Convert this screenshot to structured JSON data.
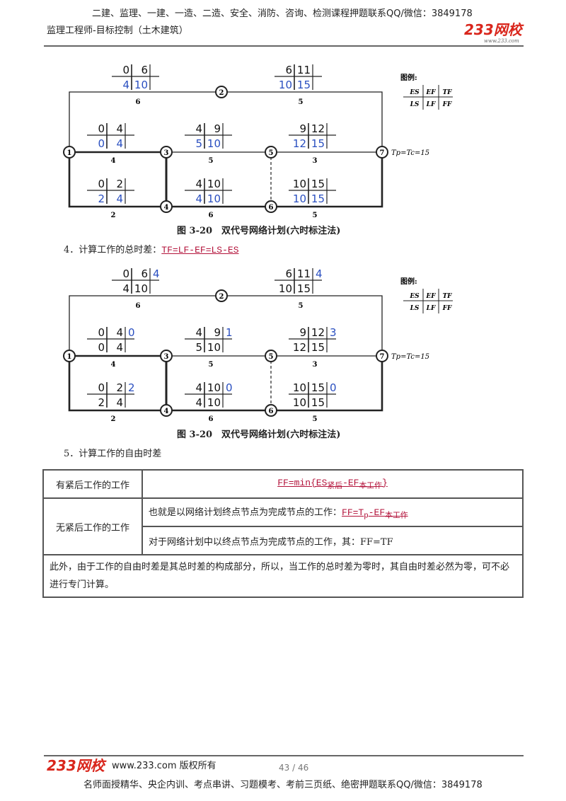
{
  "header": {
    "line1": "二建、监理、一建、一造、二造、安全、消防、咨询、检测课程押题联系QQ/微信：3849178",
    "line2": "监理工程师-目标控制（土木建筑）",
    "logo": "233网校",
    "logo_url": "www.233.com"
  },
  "diagram": {
    "caption": "图 3-20　双代号网络计划(六时标注法)",
    "legend_title": "图例:",
    "legend": [
      "ES",
      "EF",
      "TF",
      "LS",
      "LF",
      "FF"
    ],
    "tp_label": "Tp=Tc=15",
    "nodes": [
      "1",
      "2",
      "3",
      "4",
      "5",
      "6",
      "7"
    ],
    "activities": [
      {
        "from": "1",
        "to": "2",
        "duration": "6",
        "es": "0",
        "ef": "6",
        "ls": "4",
        "lf": "10",
        "tf": "4"
      },
      {
        "from": "2",
        "to": "7",
        "duration": "5",
        "es": "6",
        "ef": "11",
        "ls": "10",
        "lf": "15",
        "tf": "4"
      },
      {
        "from": "1",
        "to": "3",
        "duration": "4",
        "es": "0",
        "ef": "4",
        "ls": "0",
        "lf": "4",
        "tf": "0"
      },
      {
        "from": "3",
        "to": "5",
        "duration": "5",
        "es": "4",
        "ef": "9",
        "ls": "5",
        "lf": "10",
        "tf": "1"
      },
      {
        "from": "5",
        "to": "7",
        "duration": "3",
        "es": "9",
        "ef": "12",
        "ls": "12",
        "lf": "15",
        "tf": "3"
      },
      {
        "from": "1",
        "to": "4",
        "duration": "2",
        "es": "0",
        "ef": "2",
        "ls": "2",
        "lf": "4",
        "tf": "2"
      },
      {
        "from": "4",
        "to": "6",
        "duration": "6",
        "es": "4",
        "ef": "10",
        "ls": "4",
        "lf": "10",
        "tf": "0"
      },
      {
        "from": "6",
        "to": "7",
        "duration": "5",
        "es": "10",
        "ef": "15",
        "ls": "10",
        "lf": "15",
        "tf": "0"
      }
    ],
    "accent": "#2a4fc0"
  },
  "step4": {
    "label": "4．计算工作的总时差：",
    "formula": "TF=LF-EF=LS-ES"
  },
  "step5": {
    "label": "5．计算工作的自由时差"
  },
  "table": {
    "r1_head": "有紧后工作的工作",
    "r1_formula": "FF=min{ES",
    "r1_sub1": "紧后",
    "r1_mid": "-EF",
    "r1_sub2": "本工作",
    "r1_end": "}",
    "r2_head": "无紧后工作的工作",
    "r2a_text": "也就是以网络计划终点节点为完成节点的工作：",
    "r2a_formula": "FF=T",
    "r2a_sub1": "p",
    "r2a_mid": "-EF",
    "r2a_sub2": "本工作",
    "r2b_text": "对于网络计划中以终点节点为完成节点的工作，其：FF=TF",
    "note": "此外，由于工作的自由时差是其总时差的构成部分，所以，当工作的总时差为零时，其自由时差必然为零，可不必进行专门计算。"
  },
  "footer": {
    "logo": "233网校",
    "site": "www.233.com 版权所有",
    "page": "43 / 46",
    "promo": "名师面授精华、央企内训、考点串讲、习题模考、考前三页纸、绝密押题联系QQ/微信：3849178"
  }
}
